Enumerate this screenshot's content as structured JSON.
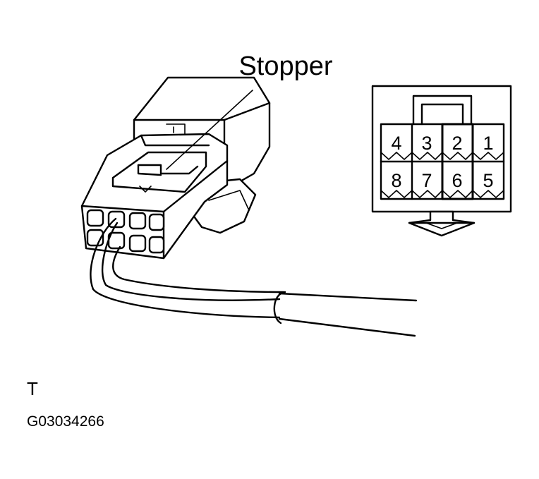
{
  "diagram": {
    "callout_label": "Stopper",
    "view_code": "T",
    "figure_id": "G03034266"
  },
  "pinout": {
    "top_row": [
      "4",
      "3",
      "2",
      "1"
    ],
    "bottom_row": [
      "8",
      "7",
      "6",
      "5"
    ]
  }
}
